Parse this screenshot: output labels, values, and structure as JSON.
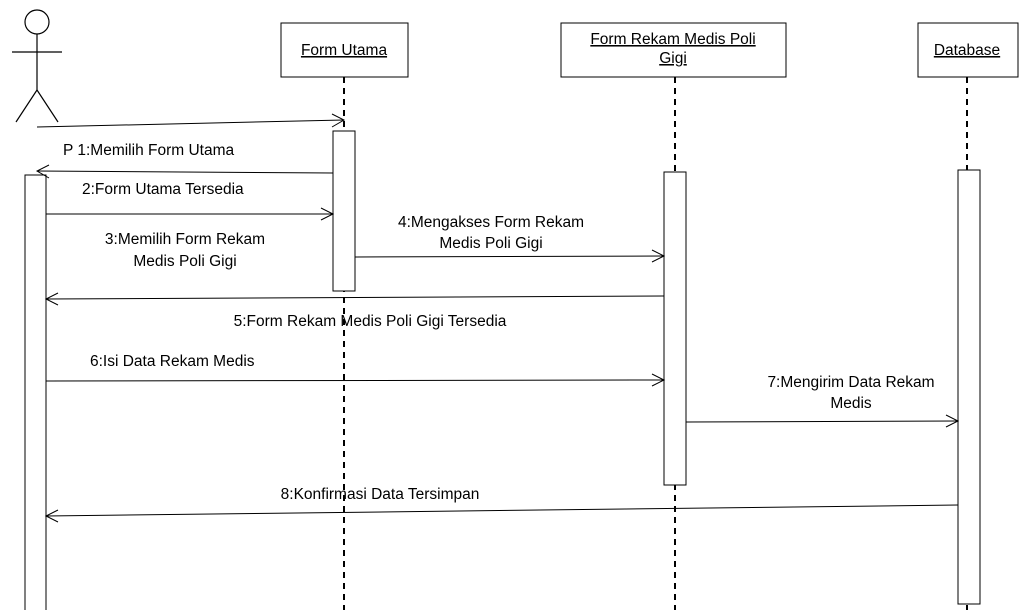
{
  "diagram": {
    "actor": {
      "name": ""
    },
    "objects": [
      {
        "id": "form_utama",
        "lines": [
          "Form Utama"
        ]
      },
      {
        "id": "form_rekam",
        "lines": [
          "Form Rekam Medis Poli",
          "Gigi"
        ]
      },
      {
        "id": "database",
        "lines": [
          "Database"
        ]
      }
    ],
    "messages": [
      {
        "id": "m0",
        "lines": []
      },
      {
        "id": "m1",
        "lines": [
          "P 1:Memilih Form Utama"
        ]
      },
      {
        "id": "m2",
        "lines": [
          "2:Form Utama Tersedia"
        ]
      },
      {
        "id": "m3",
        "lines": [
          "3:Memilih Form Rekam",
          "Medis Poli Gigi"
        ]
      },
      {
        "id": "m4",
        "lines": [
          "4:Mengakses Form Rekam",
          "Medis Poli Gigi"
        ]
      },
      {
        "id": "m5",
        "lines": [
          "5:Form Rekam Medis Poli Gigi Tersedia"
        ]
      },
      {
        "id": "m6",
        "lines": [
          "6:Isi Data Rekam Medis"
        ]
      },
      {
        "id": "m7",
        "lines": [
          "7:Mengirim Data Rekam",
          "Medis"
        ]
      },
      {
        "id": "m8",
        "lines": [
          "8:Konfirmasi Data Tersimpan"
        ]
      }
    ]
  }
}
